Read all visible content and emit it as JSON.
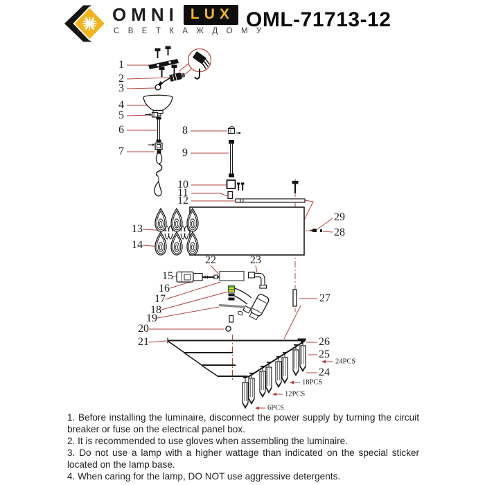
{
  "header": {
    "brand": {
      "main": "OMNI",
      "box": "LUX",
      "tagline": "С В Е Т   К А Ж Д О М У"
    },
    "model": "OML-71713-12"
  },
  "diagram": {
    "parts": {
      "p1": "1",
      "p2": "2",
      "p3": "3",
      "p4": "4",
      "p5": "5",
      "p6": "6",
      "p7": "7",
      "p8": "8",
      "p9": "9",
      "p10": "10",
      "p11": "11",
      "p12": "12",
      "p13": "13",
      "p14": "14",
      "p15": "15",
      "p16": "16",
      "p17": "17",
      "p18": "18",
      "p19": "19",
      "p20": "20",
      "p21": "21",
      "p22": "22",
      "p23": "23",
      "p24": "24",
      "p25": "25",
      "p26": "26",
      "p27": "27",
      "p28": "28",
      "p29": "29"
    },
    "quantities": {
      "q24": "24PCS",
      "q18": "18PCS",
      "q12": "12PCS",
      "q6": "6PCS"
    }
  },
  "instructions": [
    "1. Before installing the luminaire, disconnect the power supply by turning the circuit breaker or fuse on the electrical panel box.",
    "2. It is recommended to use gloves when assembling the luminaire.",
    "3. Do not use a lamp with a higher wattage than indicated on the special sticker located on the lamp base.",
    "4. When caring for the lamp, DO NOT use aggressive detergents."
  ],
  "colors": {
    "accent_red": "#b5413d",
    "brand_yellow": "#f2b31c",
    "line": "#1a1a1a"
  }
}
